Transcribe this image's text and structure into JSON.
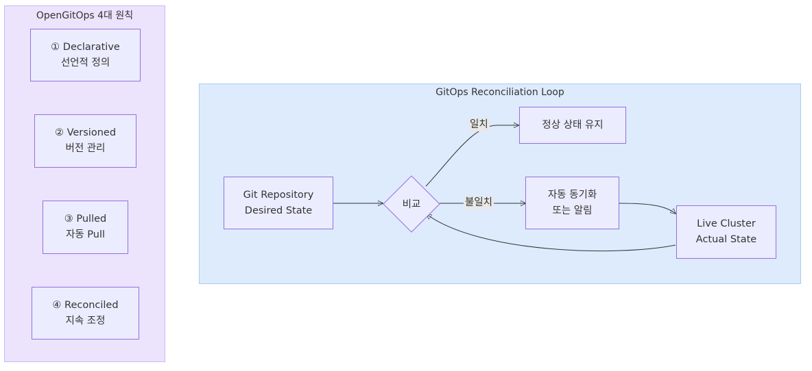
{
  "principles_group": {
    "title": "OpenGitOps 4대 원칙",
    "items": [
      {
        "line1": "① Declarative",
        "line2": "선언적 정의"
      },
      {
        "line1": "② Versioned",
        "line2": "버전 관리"
      },
      {
        "line1": "③ Pulled",
        "line2": "자동 Pull"
      },
      {
        "line1": "④ Reconciled",
        "line2": "지속 조정"
      }
    ]
  },
  "loop_group": {
    "title": "GitOps Reconciliation Loop",
    "git_repo": {
      "line1": "Git Repository",
      "line2": "Desired State"
    },
    "compare": "비교",
    "keep_state": "정상 상태 유지",
    "sync": {
      "line1": "자동 동기화",
      "line2": "또는 알림"
    },
    "live_cluster": {
      "line1": "Live Cluster",
      "line2": "Actual State"
    },
    "edge_match": "일치",
    "edge_mismatch": "불일치"
  },
  "colors": {
    "node_fill": "#ECECFF",
    "node_border": "#9370DB",
    "principles_fill": "#ECE3FD",
    "loop_fill": "#DDEBFD",
    "edge": "#333333"
  }
}
